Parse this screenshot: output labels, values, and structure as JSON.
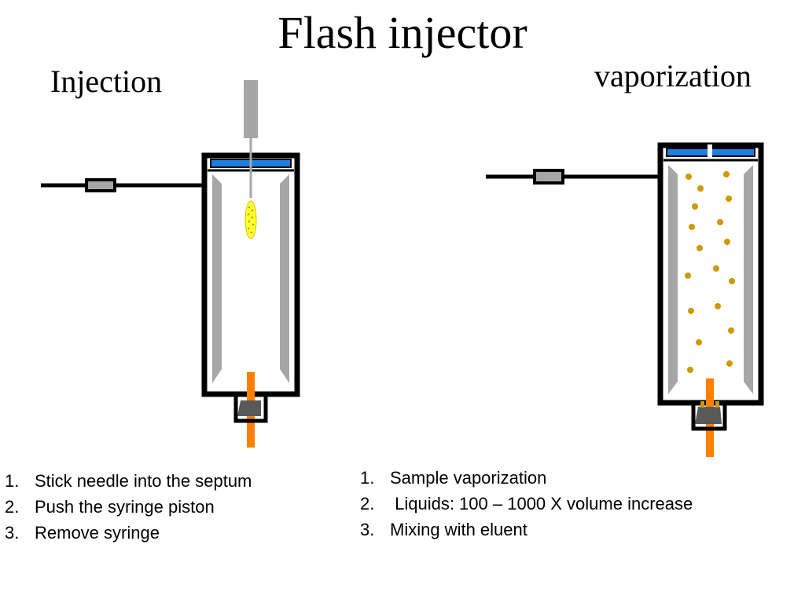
{
  "slide": {
    "title": "Flash injector",
    "left_heading": "Injection",
    "right_heading": "vaporization"
  },
  "left_steps": [
    {
      "num": "1.",
      "text": "Stick needle into the septum"
    },
    {
      "num": "2.",
      "text": "Push the syringe piston"
    },
    {
      "num": "3.",
      "text": "Remove syringe"
    }
  ],
  "right_steps": [
    {
      "num": "1.",
      "text": "Sample vaporization"
    },
    {
      "num": "2.",
      "text": " Liquids: 100 – 1000 X volume increase"
    },
    {
      "num": "3.",
      "text": "Mixing with eluent"
    }
  ],
  "colors": {
    "septum": "#1f7fe0",
    "liner": "#a6a6a6",
    "column": "#ff8000",
    "sample": "#ffff33",
    "vapor_dots": "#cc9900",
    "ferrule": "#595959"
  }
}
